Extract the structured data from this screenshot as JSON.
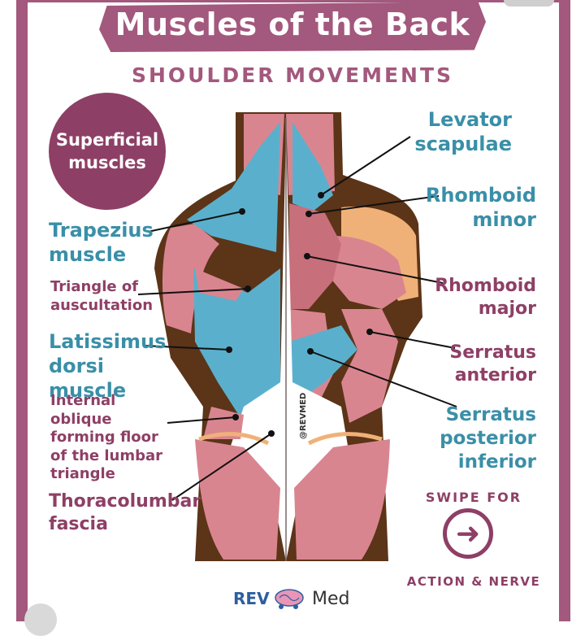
{
  "title": "Muscles of the Back",
  "subtitle": "SHOULDER MOVEMENTS",
  "badge": "Superficial muscles",
  "left_labels": {
    "trapezius": "Trapezius muscle",
    "triangle": "Triangle of auscultation",
    "latissimus": "Latissimus dorsi muscle",
    "internal_oblique": "Internal oblique forming floor of the lumbar triangle",
    "thoracolumbar": "Thoracolumbar fascia"
  },
  "right_labels": {
    "levator": "Levator scapulae",
    "rhomboid_minor": "Rhomboid minor",
    "rhomboid_major": "Rhomboid major",
    "serratus_anterior": "Serratus anterior",
    "serratus_posterior": "Serratus posterior inferior"
  },
  "swipe_text": "SWIPE FOR",
  "action_text": "ACTION & NERVE",
  "brand": {
    "rev": "REV",
    "med": "Med"
  },
  "watermark": "@REVMED",
  "colors": {
    "frame": "#a3587d",
    "teal": "#3a8fa8",
    "plum": "#8e3f66",
    "muscle": "#d98590",
    "trapezius": "#5ab0cc",
    "skin": "#5c3418",
    "bone": "#f0b178"
  },
  "icons": {
    "arrow": "arrow-right-circle-icon",
    "logo": "brain-logo-icon"
  }
}
